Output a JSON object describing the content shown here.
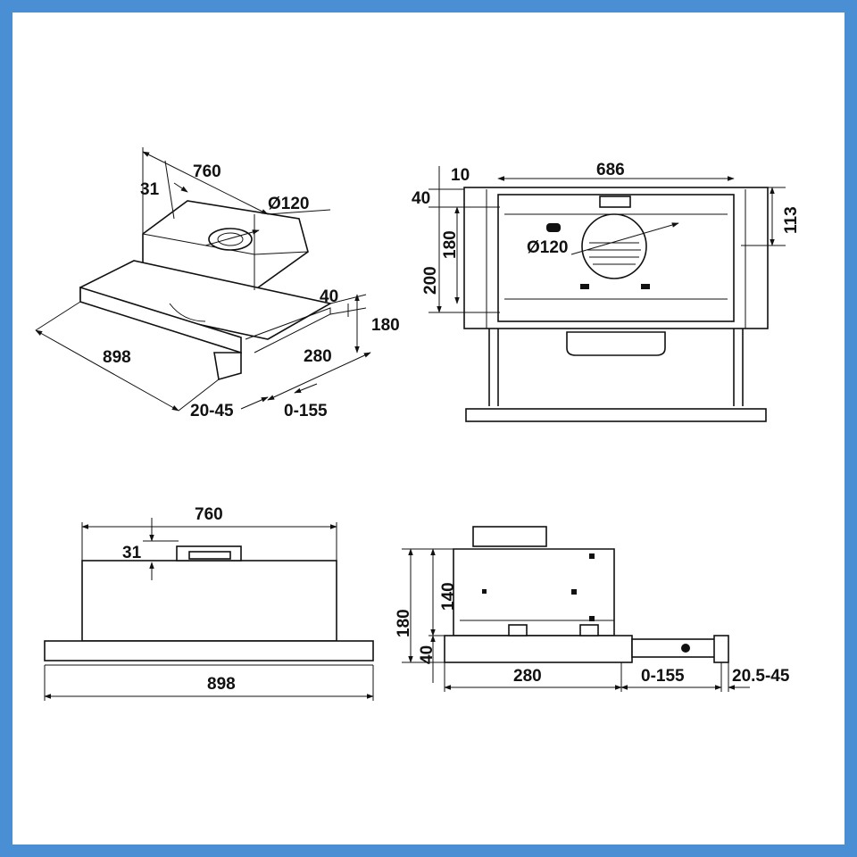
{
  "colors": {
    "frame": "#4a8fd4",
    "line": "#111111",
    "background": "#ffffff"
  },
  "views": {
    "iso": {
      "width": "760",
      "offset": "31",
      "duct": "Ø120",
      "front_depth": "40",
      "height": "180",
      "total_width": "898",
      "depth": "280",
      "lip": "20-45",
      "extension": "0-155"
    },
    "front": {
      "top_gap": "10",
      "rail": "686",
      "top_depth": "40",
      "duct_height": "180",
      "body_height": "200",
      "duct": "Ø120",
      "side": "113"
    },
    "bottom_front": {
      "width": "760",
      "offset": "31",
      "total_width": "898"
    },
    "side": {
      "height": "180",
      "upper": "140",
      "lower": "40",
      "depth": "280",
      "extension": "0-155",
      "lip": "20.5-45"
    }
  }
}
